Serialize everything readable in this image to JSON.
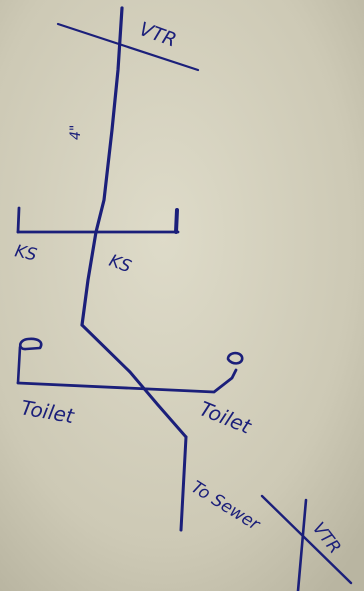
{
  "sketch": {
    "vent_top": "VTR",
    "stack_note": "4\"",
    "kitchen_left": "KS",
    "kitchen_right": "KS",
    "toilet_left": "Toilet",
    "toilet_right": "Toilet",
    "to_sewer": "To Sewer",
    "vent_bottom": "VTR",
    "ink_color": "#1b1f7a",
    "paper_color": "#cfcbb8"
  }
}
